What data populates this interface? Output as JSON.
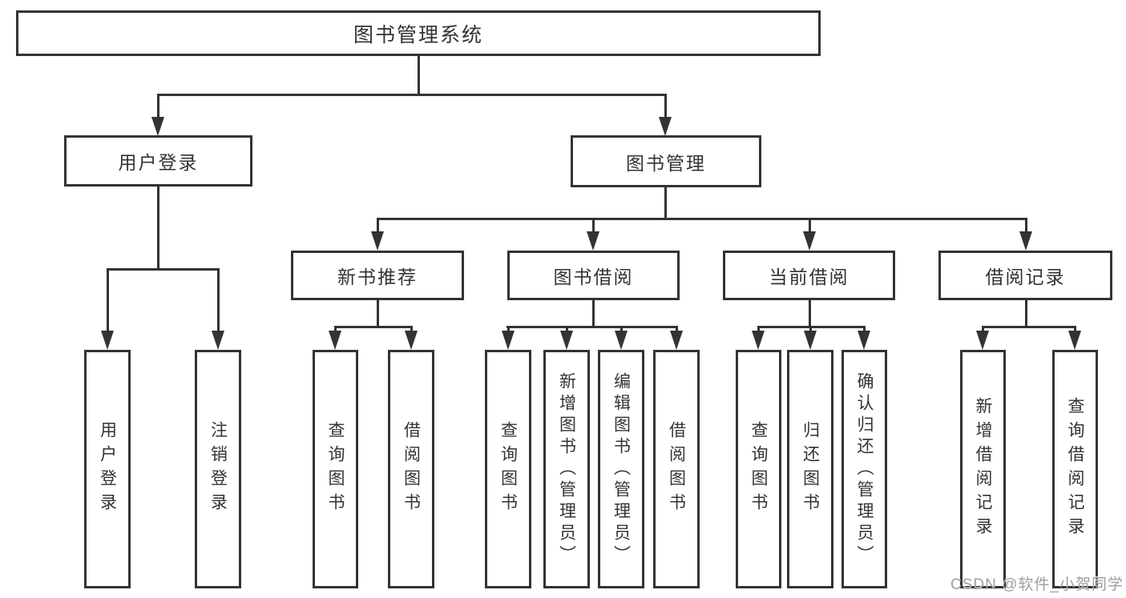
{
  "diagram": {
    "type": "hierarchy-tree",
    "nodes": {
      "root": {
        "label": "图书管理系统"
      },
      "l2_user_login": {
        "label": "用户登录"
      },
      "l2_book_mgmt": {
        "label": "图书管理"
      },
      "l3_new_book_rec": {
        "label": "新书推荐"
      },
      "l3_book_borrow": {
        "label": "图书借阅"
      },
      "l3_current_borrow": {
        "label": "当前借阅"
      },
      "l3_borrow_records": {
        "label": "借阅记录"
      },
      "leaf_user_login": {
        "label": "用户登录"
      },
      "leaf_logout": {
        "label": "注销登录"
      },
      "leaf_nbr_query_book": {
        "label": "查询图书"
      },
      "leaf_nbr_borrow_book": {
        "label": "借阅图书"
      },
      "leaf_bb_query_book": {
        "label": "查询图书"
      },
      "leaf_bb_add_book": {
        "label": "新增图书（管理员）"
      },
      "leaf_bb_edit_book": {
        "label": "编辑图书（管理员）"
      },
      "leaf_bb_borrow_book": {
        "label": "借阅图书"
      },
      "leaf_cb_query_book": {
        "label": "查询图书"
      },
      "leaf_cb_return_book": {
        "label": "归还图书"
      },
      "leaf_cb_confirm_return": {
        "label": "确认归还（管理员）"
      },
      "leaf_br_add_record": {
        "label": "新增借阅记录"
      },
      "leaf_br_query_record": {
        "label": "查询借阅记录"
      }
    },
    "edges": [
      "root->用户登录",
      "root->图书管理",
      "用户登录->用户登录",
      "用户登录->注销登录",
      "图书管理->新书推荐",
      "图书管理->图书借阅",
      "图书管理->当前借阅",
      "图书管理->借阅记录",
      "新书推荐->查询图书",
      "新书推荐->借阅图书",
      "图书借阅->查询图书",
      "图书借阅->新增图书（管理员）",
      "图书借阅->编辑图书（管理员）",
      "图书借阅->借阅图书",
      "当前借阅->查询图书",
      "当前借阅->归还图书",
      "当前借阅->确认归还（管理员）",
      "借阅记录->新增借阅记录",
      "借阅记录->查询借阅记录"
    ],
    "colors": {
      "line": "#333333",
      "text": "#333333",
      "box_fill": "#ffffff",
      "background": "#ffffff",
      "watermark": "#9e9e9e"
    }
  },
  "watermark": {
    "text": "CSDN @软件_小贺同学"
  }
}
